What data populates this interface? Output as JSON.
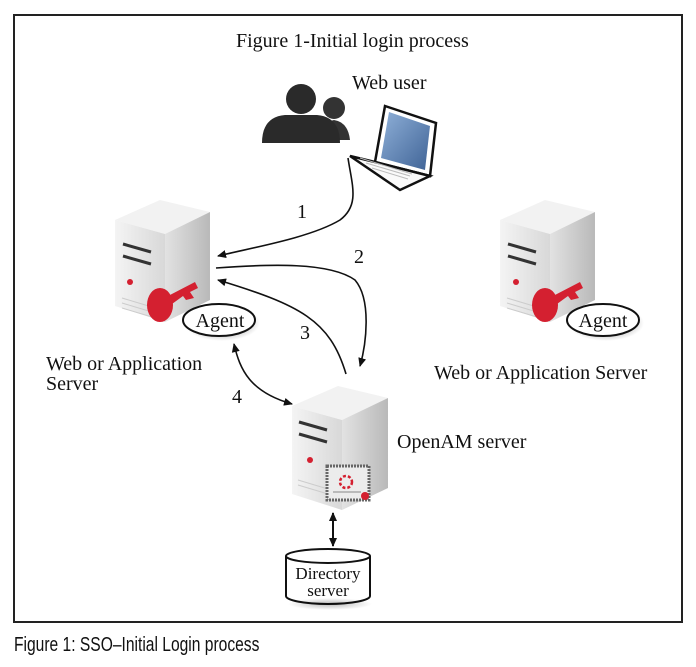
{
  "figure": {
    "title": "Figure 1-Initial login process",
    "caption": "Figure 1:  SSO–Initial Login process"
  },
  "nodes": {
    "web_user": {
      "label": "Web user",
      "icons": [
        "users-silhouette-icon",
        "laptop-icon"
      ]
    },
    "app_server_left": {
      "label_line1": "Web or Application",
      "label_line2": "Server",
      "agent_label": "Agent",
      "icon": "server-with-key-icon"
    },
    "app_server_right": {
      "label": "Web or Application Server",
      "agent_label": "Agent",
      "icon": "server-with-key-icon"
    },
    "openam_server": {
      "label": "OpenAM server",
      "icon": "server-with-certificate-icon"
    },
    "directory_server": {
      "label_line1": "Directory",
      "label_line2": "server",
      "icon": "database-cylinder-icon"
    }
  },
  "steps": [
    {
      "number": "1",
      "from": "Web user",
      "to": "Web or Application Server"
    },
    {
      "number": "2",
      "from": "Web or Application Server",
      "to": "OpenAM server"
    },
    {
      "number": "3",
      "from": "OpenAM server",
      "to": "Web or Application Server"
    },
    {
      "number": "4",
      "from": "Agent",
      "to": "OpenAM server",
      "bidirectional": true
    }
  ],
  "links": [
    {
      "from": "OpenAM server",
      "to": "Directory server",
      "bidirectional": true
    }
  ],
  "colors": {
    "key": "#d42030",
    "laptop_screen": "#5b7fae",
    "border": "#222222"
  }
}
